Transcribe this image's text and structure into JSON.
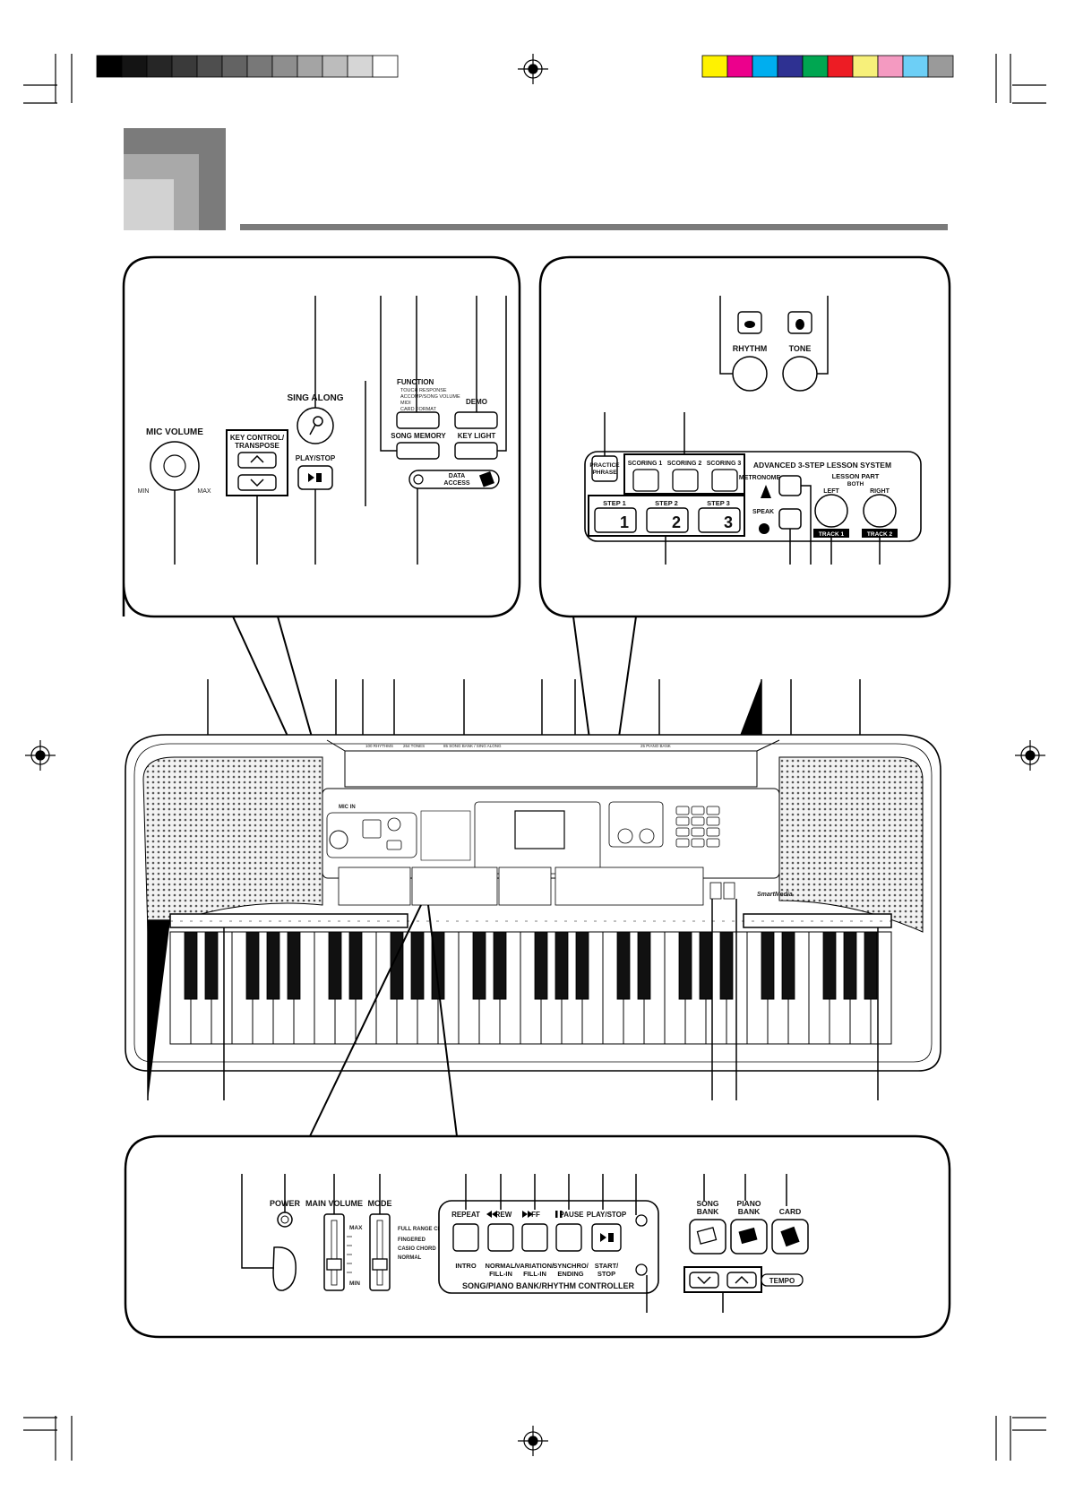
{
  "colors": {
    "swatch_gray": [
      "#000000",
      "#141414",
      "#262626",
      "#3a3a3a",
      "#4e4e4e",
      "#636363",
      "#787878",
      "#8e8e8e",
      "#a4a4a4",
      "#bcbcbc",
      "#d6d6d6",
      "#ffffff"
    ],
    "swatch_color": [
      "#fff200",
      "#ec008c",
      "#00aeef",
      "#2e3192",
      "#00a651",
      "#ed1c24",
      "#f7f07a",
      "#f49ac1",
      "#6dcff6",
      "#9a9a9a"
    ],
    "header_block_dark": "#7b7b7b",
    "header_block_mid": "#a9a9a9",
    "header_block_light": "#d2d2d2"
  },
  "panel1": {
    "mic_volume": "MIC VOLUME",
    "min": "MIN",
    "max": "MAX",
    "key_control": "KEY CONTROL/",
    "transpose": "TRANSPOSE",
    "sing_along": "SING ALONG",
    "play_stop": "PLAY/STOP",
    "function": "FUNCTION",
    "function_items": [
      "TOUCH RESPONSE",
      "ACCOMP/SONG VOLUME",
      "MIDI",
      "CARD FORMAT"
    ],
    "demo": "DEMO",
    "song_memory": "SONG MEMORY",
    "key_light": "KEY LIGHT",
    "data_access": "DATA",
    "data_access2": "ACCESS"
  },
  "panel2": {
    "rhythm": "RHYTHM",
    "tone": "TONE",
    "practice": "PRACTICE",
    "phrase": "PHRASE",
    "scoring1": "SCORING 1",
    "scoring2": "SCORING 2",
    "scoring3": "SCORING 3",
    "system_title": "ADVANCED 3-STEP LESSON SYSTEM",
    "step1": "STEP 1",
    "step2": "STEP 2",
    "step3": "STEP 3",
    "num1": "1",
    "num2": "2",
    "num3": "3",
    "metronome": "METRONOME",
    "speak": "SPEAK",
    "lesson_part": "LESSON PART",
    "both": "BOTH",
    "left": "LEFT",
    "right": "RIGHT",
    "track1": "TRACK 1",
    "track2": "TRACK 2"
  },
  "keyboard": {
    "mic_in": "MIC IN",
    "brand": "SmartMedia",
    "top_labels": [
      "100 RHYTHMS",
      "264 TONES",
      "85 SONG BANK / SING ALONG",
      "25 PIANO BANK"
    ]
  },
  "panel3": {
    "power": "POWER",
    "main_volume": "MAIN VOLUME",
    "mode": "MODE",
    "max": "MAX",
    "min": "MIN",
    "mode_options": [
      "FULL RANGE CHORD",
      "FINGERED",
      "CASIO CHORD",
      "NORMAL"
    ],
    "repeat": "REPEAT",
    "rew": "REW",
    "ff": "FF",
    "pause": "PAUSE",
    "play_stop": "PLAY/STOP",
    "intro": "INTRO",
    "normal_fill": "NORMAL/",
    "fill_in": "FILL-IN",
    "variation": "VARIATION/",
    "fill_in2": "FILL-IN",
    "synchro": "SYNCHRO/",
    "ending": "ENDING",
    "start": "START/",
    "stop": "STOP",
    "controller_title": "SONG/PIANO BANK/RHYTHM CONTROLLER",
    "song_bank": "SONG",
    "song_bank2": "BANK",
    "piano_bank": "PIANO",
    "piano_bank2": "BANK",
    "card": "CARD",
    "tempo": "TEMPO"
  }
}
